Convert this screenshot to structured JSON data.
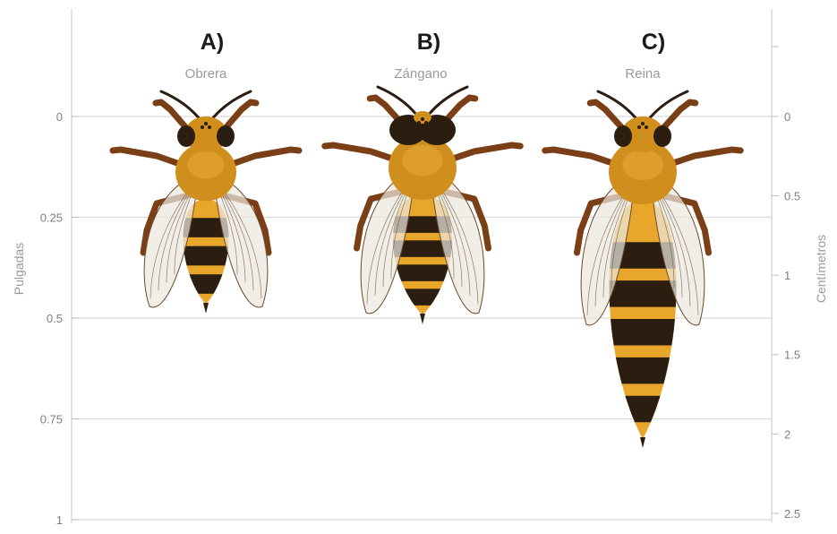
{
  "axes": {
    "left_title": "Pulgadas",
    "right_title": "Centímetros",
    "left_ticks": [
      {
        "label": "0",
        "value": 0
      },
      {
        "label": "0.25",
        "value": 0.25
      },
      {
        "label": "0.5",
        "value": 0.5
      },
      {
        "label": "0.75",
        "value": 0.75
      },
      {
        "label": "1",
        "value": 1
      }
    ],
    "right_ticks": [
      {
        "label": "0",
        "value": 0
      },
      {
        "label": "0.5",
        "value": 0.5
      },
      {
        "label": "1",
        "value": 1
      },
      {
        "label": "1.5",
        "value": 1.5
      },
      {
        "label": "2",
        "value": 2
      },
      {
        "label": "2.5",
        "value": 2.5
      }
    ]
  },
  "bees": [
    {
      "letter": "A)",
      "name": "Obrera",
      "length_in": 0.48
    },
    {
      "letter": "B)",
      "name": "Zángano",
      "length_in": 0.51
    },
    {
      "letter": "C)",
      "name": "Reina",
      "length_in": 0.81
    }
  ],
  "colors": {
    "grid": "#d9d9d9",
    "amber": "#d08f1d",
    "amber_light": "#e6a83a",
    "brown": "#7a3f17",
    "dark": "#2b1d10",
    "stripe": "#e8a72a",
    "wing": "#ece8df",
    "vein": "#6b4a2a"
  }
}
